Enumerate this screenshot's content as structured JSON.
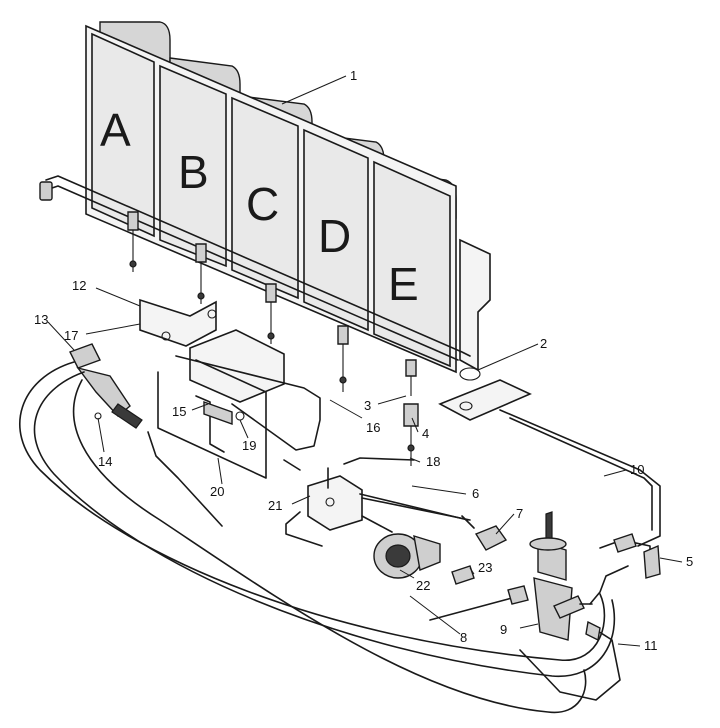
{
  "panels": [
    {
      "letter": "A"
    },
    {
      "letter": "B"
    },
    {
      "letter": "C"
    },
    {
      "letter": "D"
    },
    {
      "letter": "E"
    }
  ],
  "callouts": [
    "1",
    "2",
    "3",
    "4",
    "5",
    "6",
    "7",
    "8",
    "9",
    "10",
    "11",
    "12",
    "13",
    "14",
    "15",
    "16",
    "17",
    "18",
    "19",
    "20",
    "21",
    "22",
    "23"
  ]
}
